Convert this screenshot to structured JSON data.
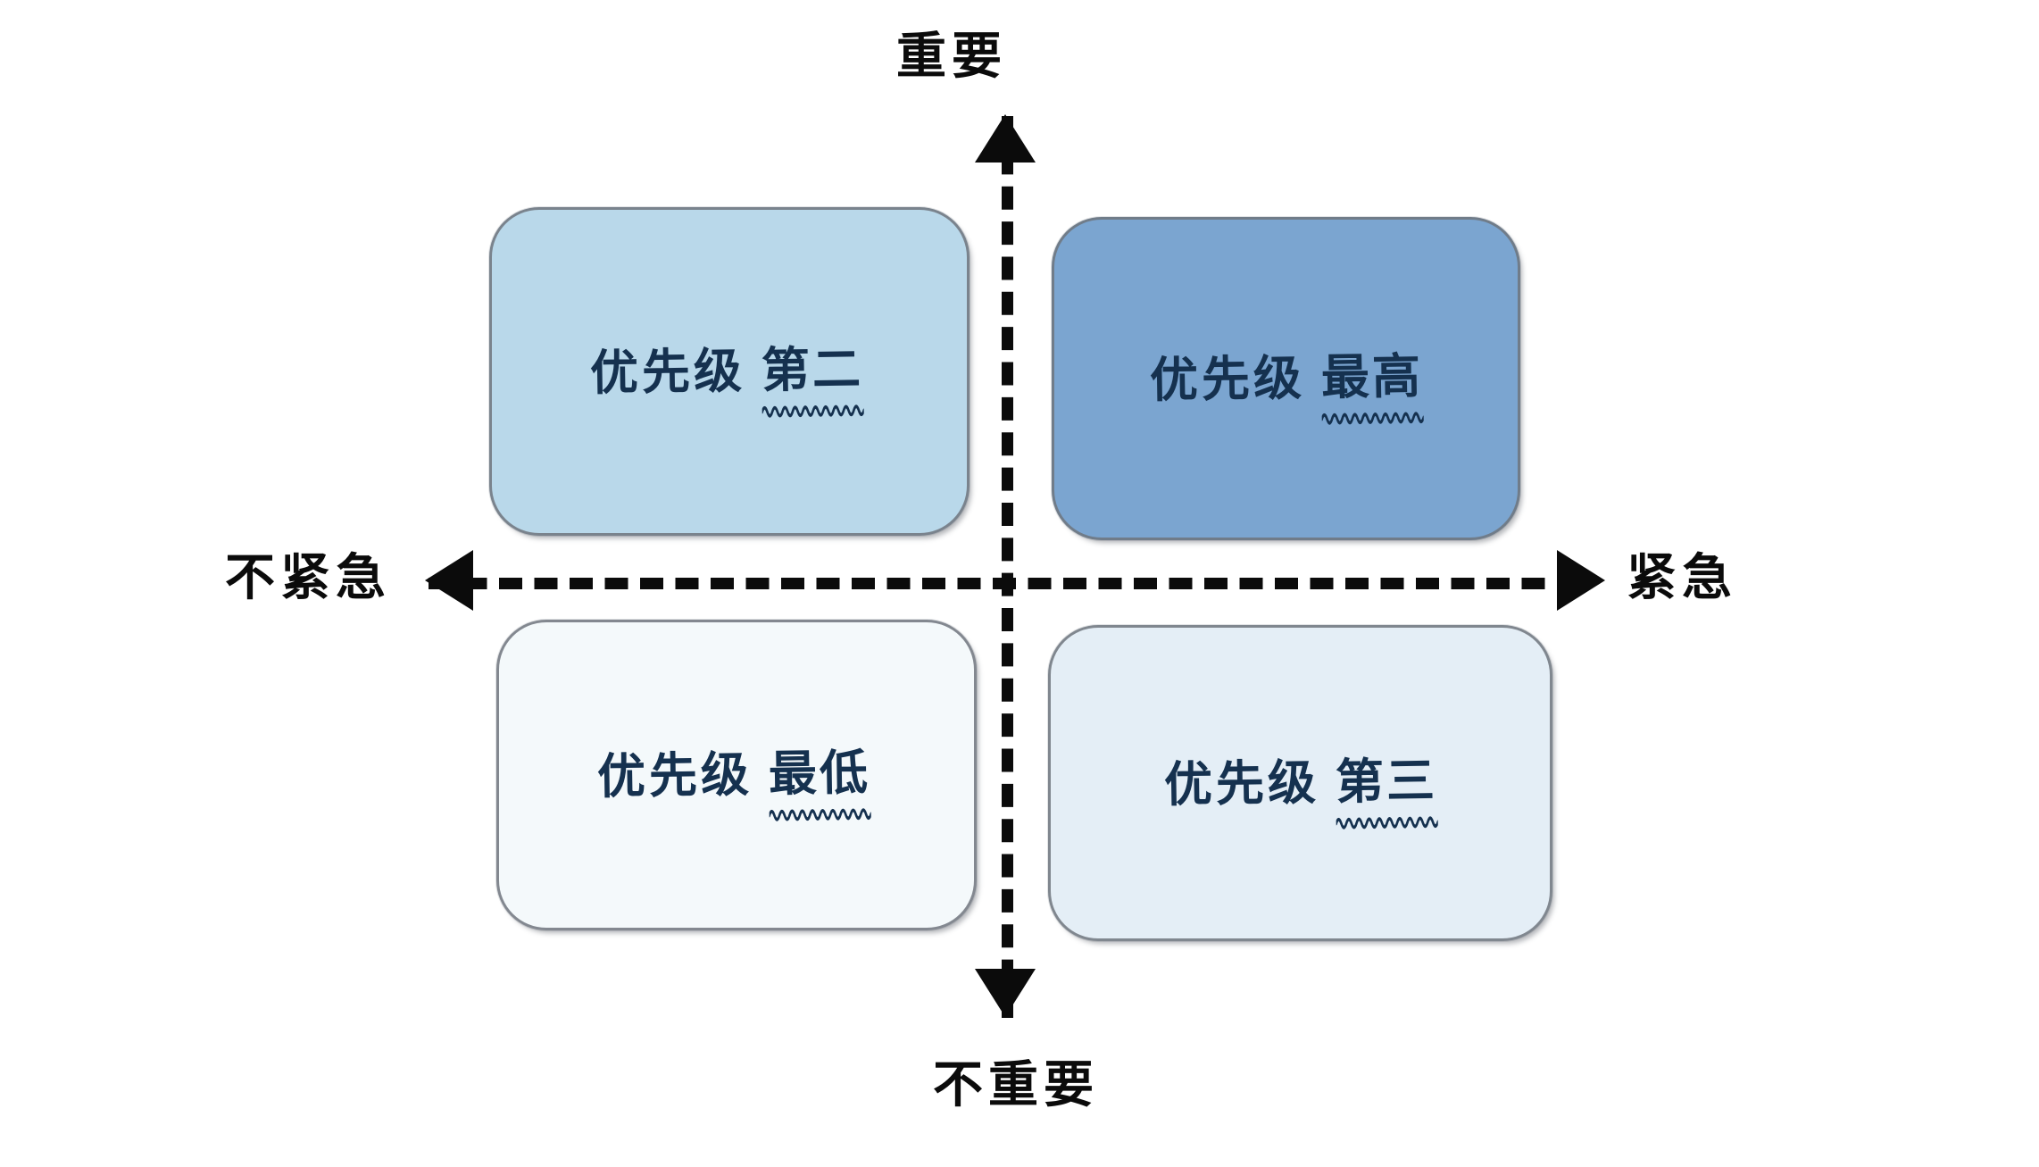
{
  "diagram": {
    "type": "eisenhower-priority-matrix",
    "background_color": "#ffffff",
    "axes": {
      "vertical": {
        "top_label": "重要",
        "bottom_label": "不重要",
        "style": "dashed",
        "color": "#0b0b0b"
      },
      "horizontal": {
        "left_label": "不紧急",
        "right_label": "紧急",
        "style": "dashed",
        "color": "#0b0b0b"
      }
    },
    "quadrants": [
      {
        "id": "q2",
        "position": "top-left",
        "meaning": "important-not-urgent",
        "lead_text": "优先级",
        "emphasis_text": "第二",
        "underline": "wavy",
        "fill_color": "#b9d8ea",
        "text_color": "#15314f"
      },
      {
        "id": "q1",
        "position": "top-right",
        "meaning": "important-urgent",
        "lead_text": "优先级",
        "emphasis_text": "最高",
        "underline": "wavy",
        "fill_color": "#7ba5d0",
        "text_color": "#15314f"
      },
      {
        "id": "q4",
        "position": "bottom-left",
        "meaning": "not-important-not-urgent",
        "lead_text": "优先级",
        "emphasis_text": "最低",
        "underline": "wavy",
        "fill_color": "#f4f9fb",
        "text_color": "#15314f"
      },
      {
        "id": "q3",
        "position": "bottom-right",
        "meaning": "not-important-urgent",
        "lead_text": "优先级",
        "emphasis_text": "第三",
        "underline": "wavy",
        "fill_color": "#e4eef6",
        "text_color": "#15314f"
      }
    ]
  }
}
